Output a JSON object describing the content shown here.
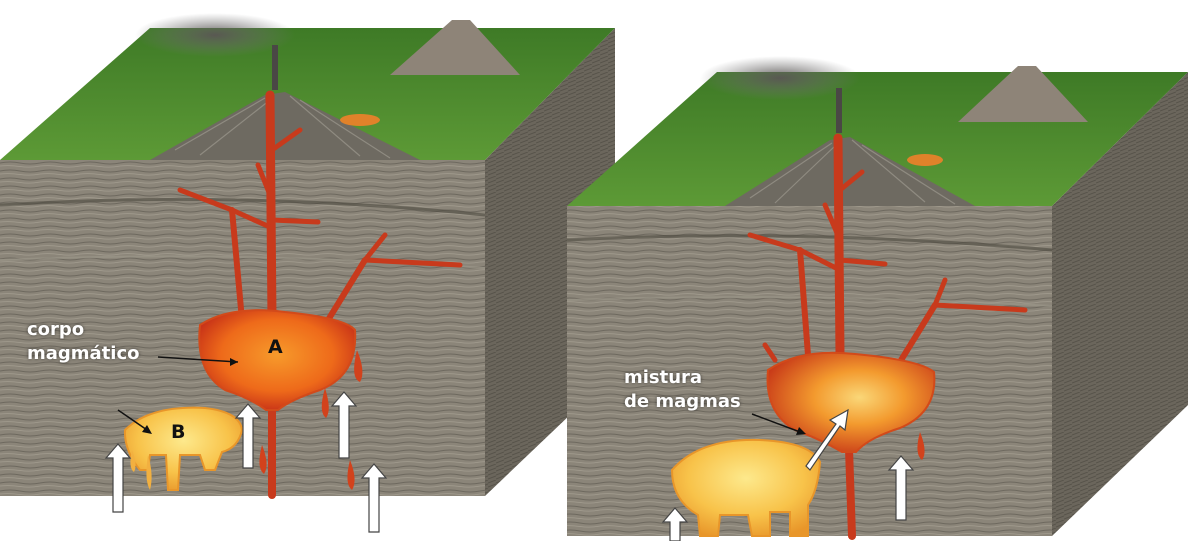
{
  "left_block": {
    "label_line1": "corpo",
    "label_line2": "magmático",
    "chamber_a_letter": "A",
    "chamber_b_letter": "B"
  },
  "right_block": {
    "label_line1": "mistura",
    "label_line2": "de magmas"
  },
  "colors": {
    "grass": "#4f8a2e",
    "rock": "#8a8478",
    "rock_dark": "#5e594f",
    "magma_hot": "#f06a1c",
    "magma_deep": "#c2281b",
    "magma_light": "#f7c14a",
    "arrow": "#ffffff"
  }
}
